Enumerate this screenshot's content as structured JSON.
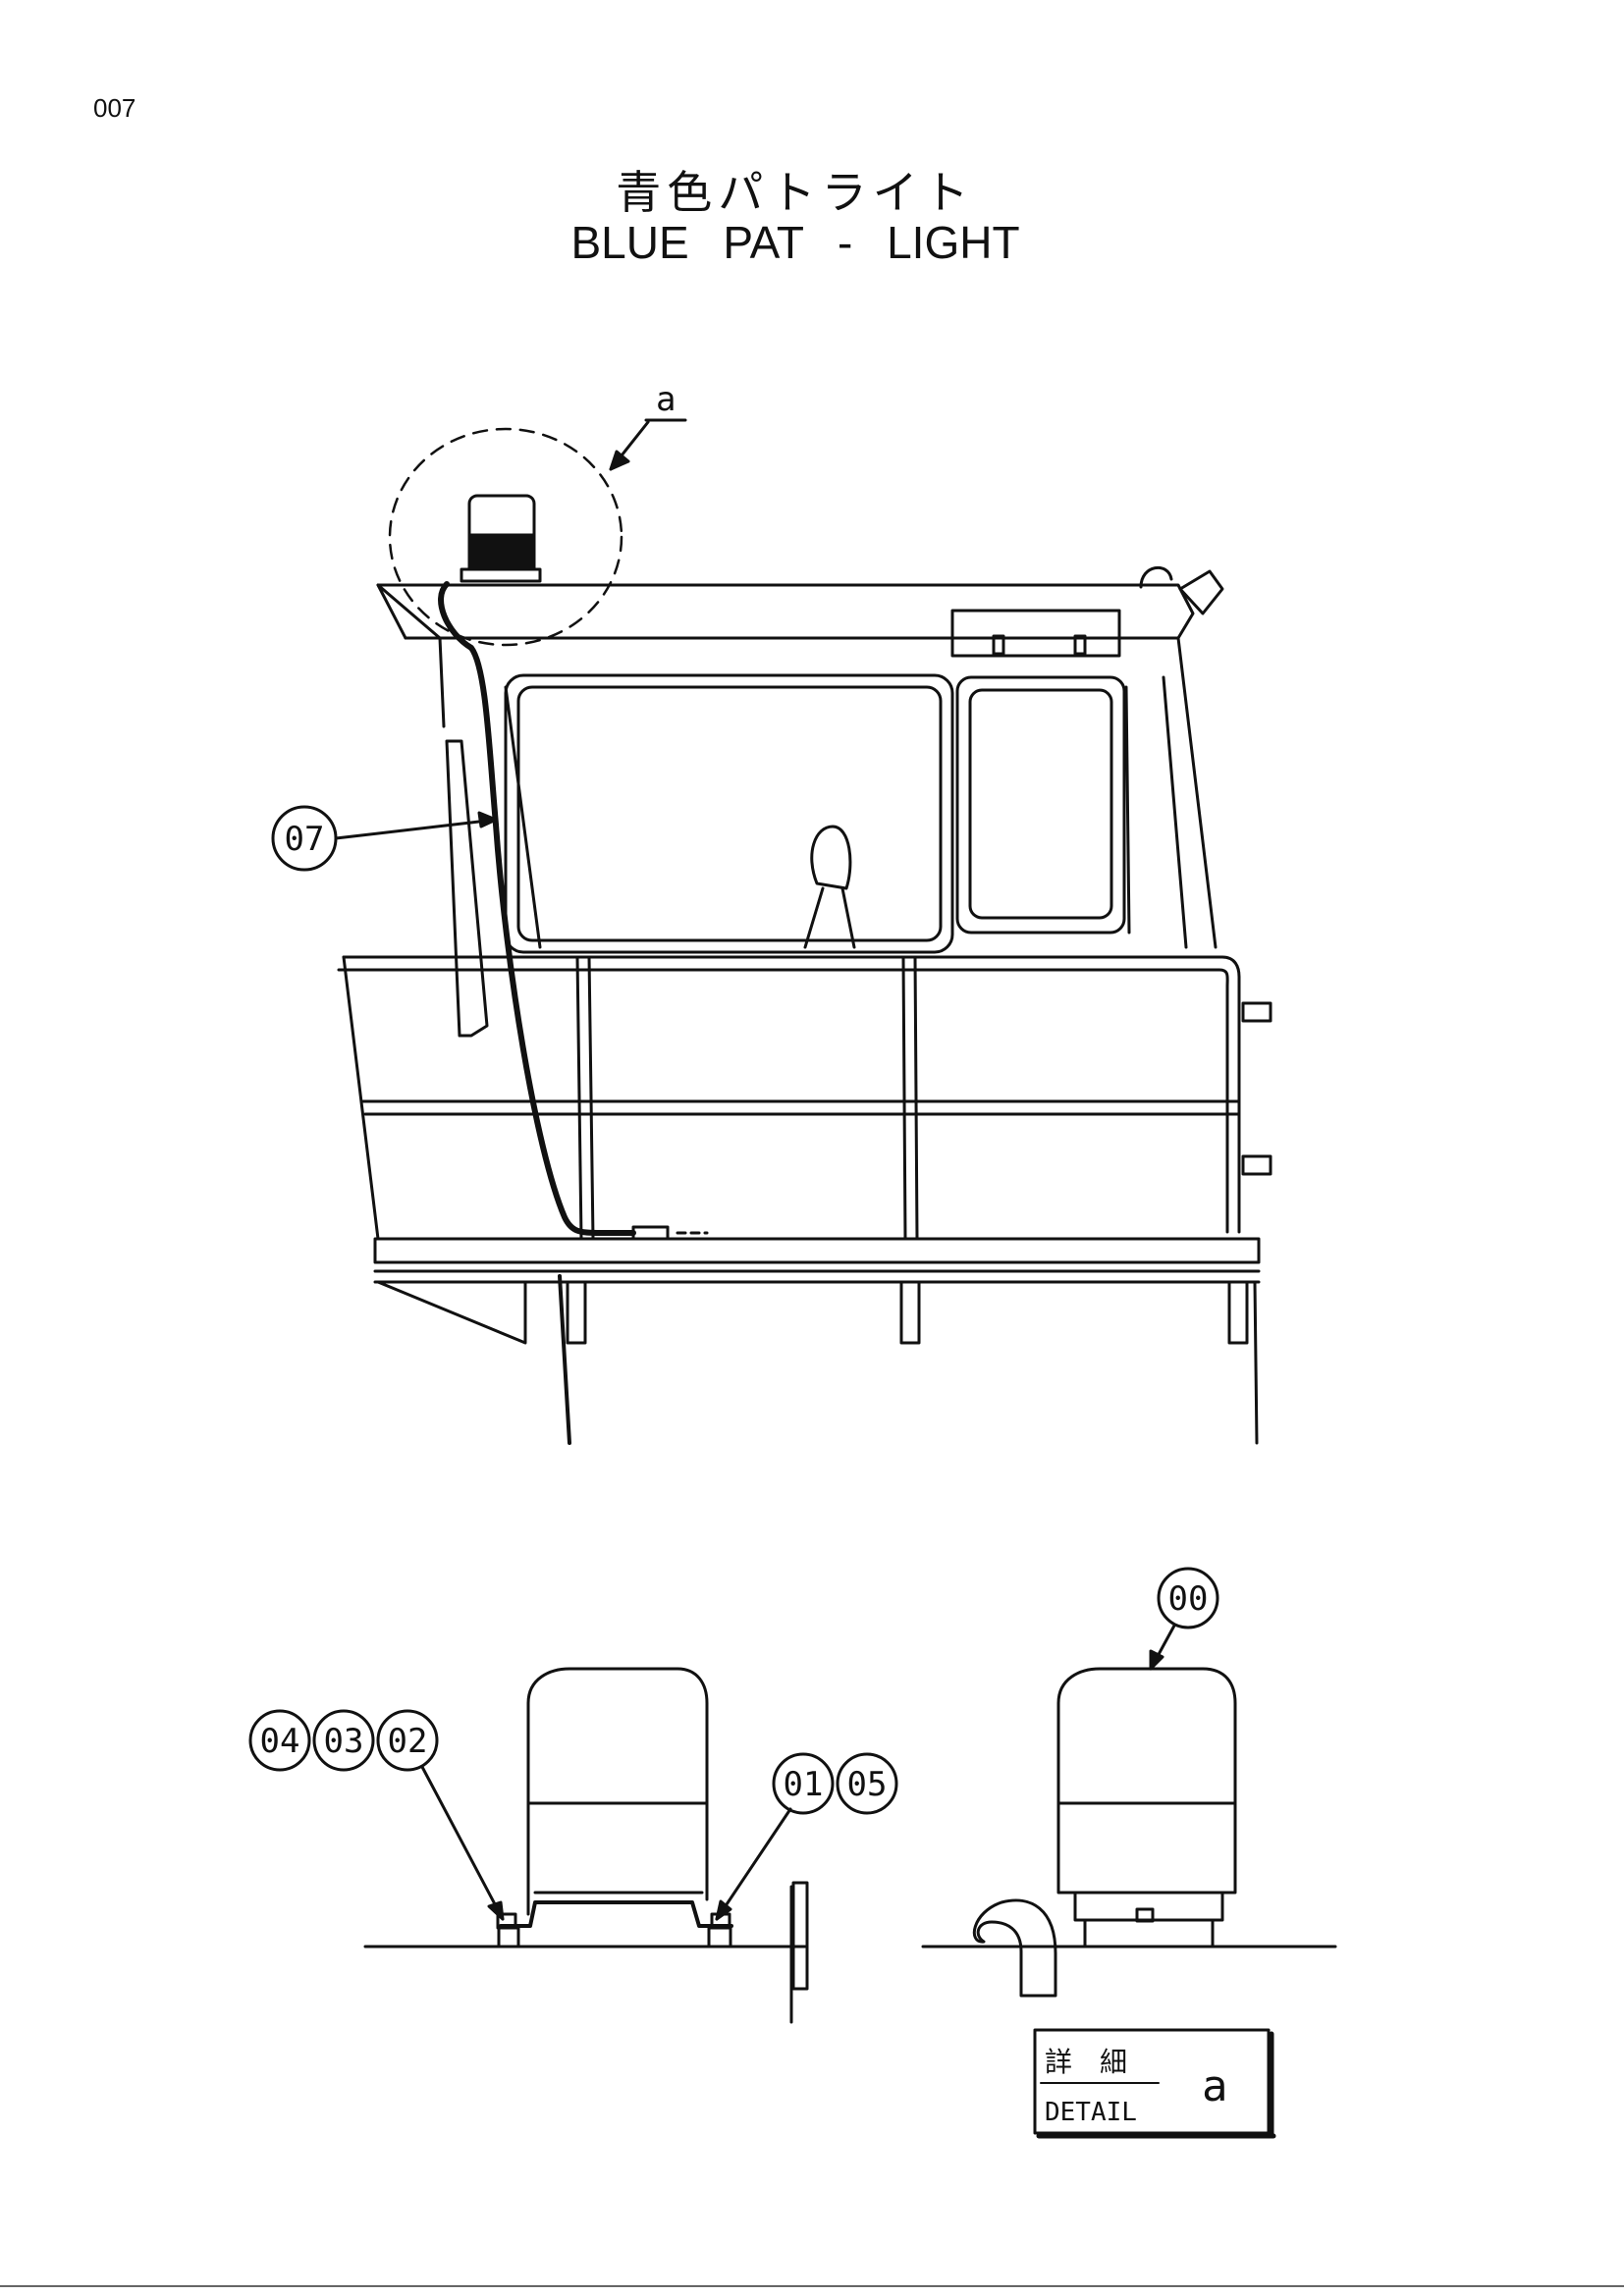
{
  "page": {
    "number": "007"
  },
  "title": {
    "jp": "青色パトライト",
    "en": "BLUE PAT - LIGHT"
  },
  "detail_ref": "a",
  "callouts": {
    "wire": [
      "07"
    ],
    "lamp": [
      "00"
    ],
    "mount_left": [
      "04",
      "03",
      "02"
    ],
    "mount_right": [
      "01",
      "05"
    ]
  },
  "detail_box": {
    "jp": "詳　細",
    "en": "DETAIL",
    "ref": "a"
  }
}
